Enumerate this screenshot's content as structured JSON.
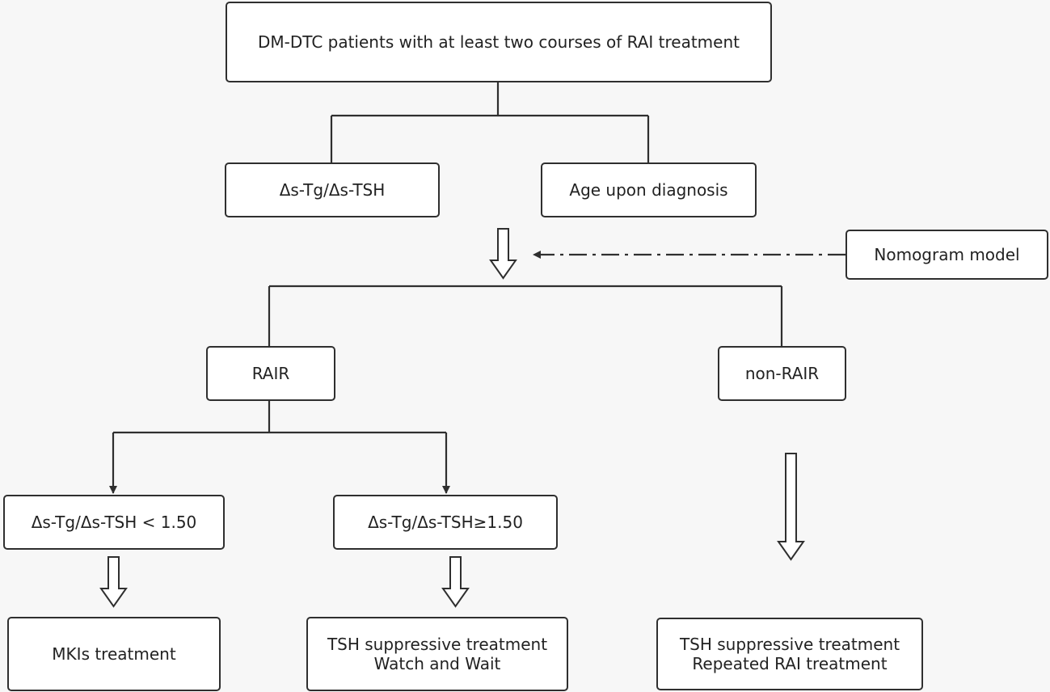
{
  "colors": {
    "stroke": "#2f2f2f",
    "box_fill": "#ffffff",
    "background": "#f7f7f7",
    "text": "#222222"
  },
  "nodes": {
    "start": "DM-DTC patients with at least two courses of RAI treatment",
    "tg_ratio": "Δs-Tg/Δs-TSH",
    "age": "Age upon diagnosis",
    "nomogram": "Nomogram model",
    "rair": "RAIR",
    "non_rair": "non-RAIR",
    "ratio_low": "Δs-Tg/Δs-TSH < 1.50",
    "ratio_high": "Δs-Tg/Δs-TSH≥1.50",
    "mkis": "MKIs treatment",
    "tsh_watch": "TSH suppressive treatment\nWatch and Wait",
    "tsh_repeat": "TSH suppressive treatment\nRepeated RAI treatment"
  }
}
